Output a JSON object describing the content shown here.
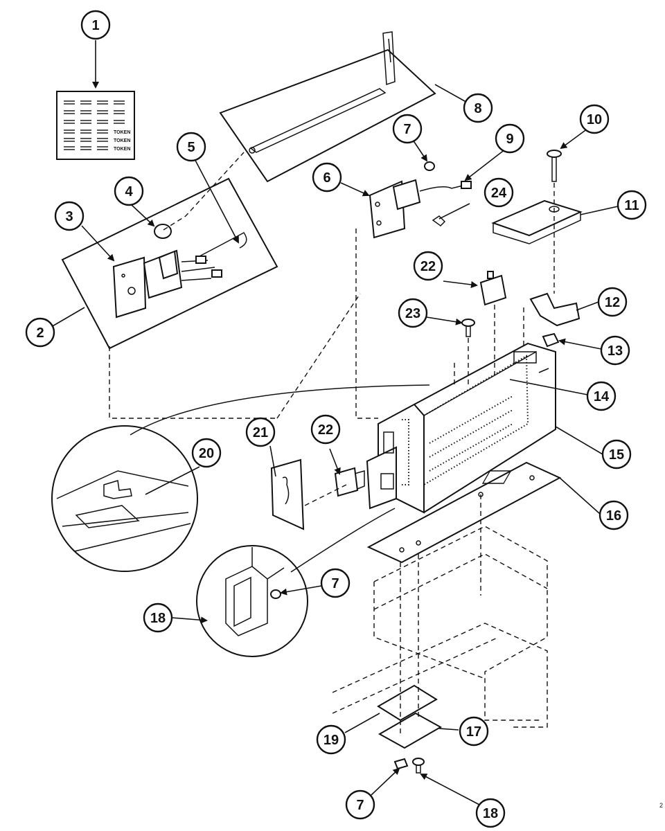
{
  "callouts": {
    "c1": "1",
    "c2": "2",
    "c3": "3",
    "c4": "4",
    "c5": "5",
    "c6": "6",
    "c7a": "7",
    "c7b": "7",
    "c7c": "7",
    "c8": "8",
    "c9": "9",
    "c10": "10",
    "c11": "11",
    "c12": "12",
    "c13": "13",
    "c14": "14",
    "c15": "15",
    "c16": "16",
    "c17": "17",
    "c18a": "18",
    "c18b": "18",
    "c19": "19",
    "c20": "20",
    "c21": "21",
    "c22a": "22",
    "c22b": "22",
    "c23": "23",
    "c24": "24"
  },
  "label_card": {
    "token_text": "TOKEN"
  },
  "corner_mark": "2"
}
